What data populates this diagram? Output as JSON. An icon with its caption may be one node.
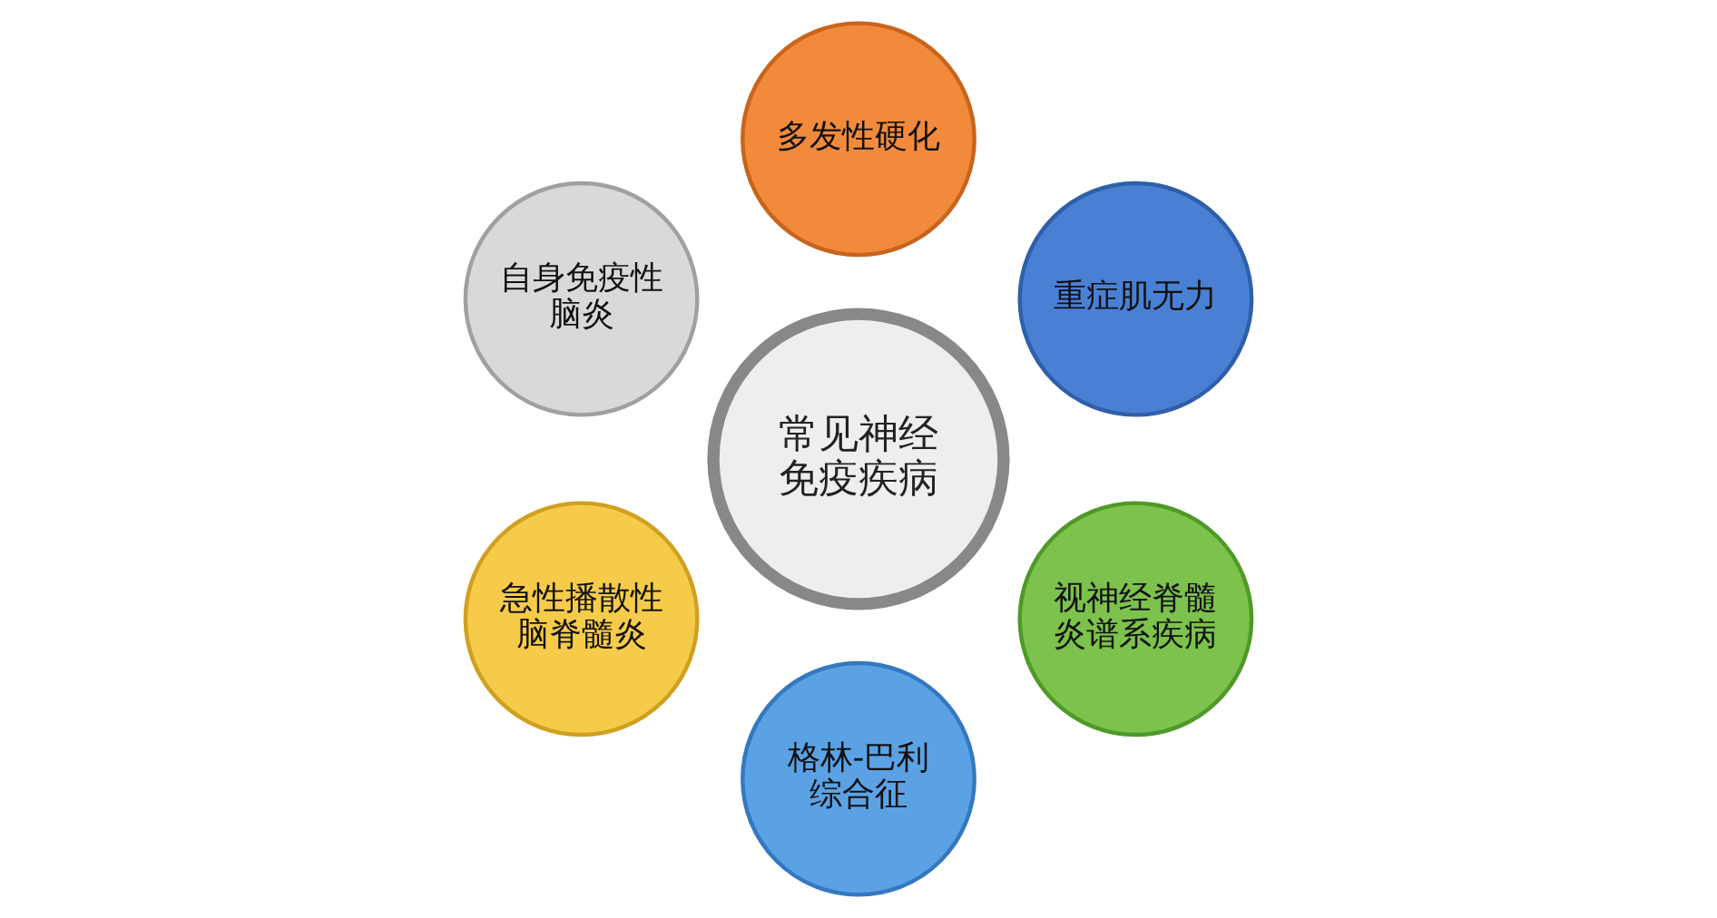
{
  "diagram": {
    "nodes": [
      {
        "text": [
          "常见神经免疫疾病"
        ]
      },
      {
        "text": [
          "重症肌无力"
        ]
      },
      {
        "text": [
          "多发性硬化"
        ]
      },
      {
        "text": [
          "视神经脊髓炎谱系疾病"
        ]
      },
      {
        "text": [
          "自身免疫性脑炎"
        ]
      },
      {
        "text": [
          "格林-巴利综合征"
        ]
      },
      {
        "text": [
          "急性播散性脑脊髓炎"
        ]
      }
    ]
  }
}
